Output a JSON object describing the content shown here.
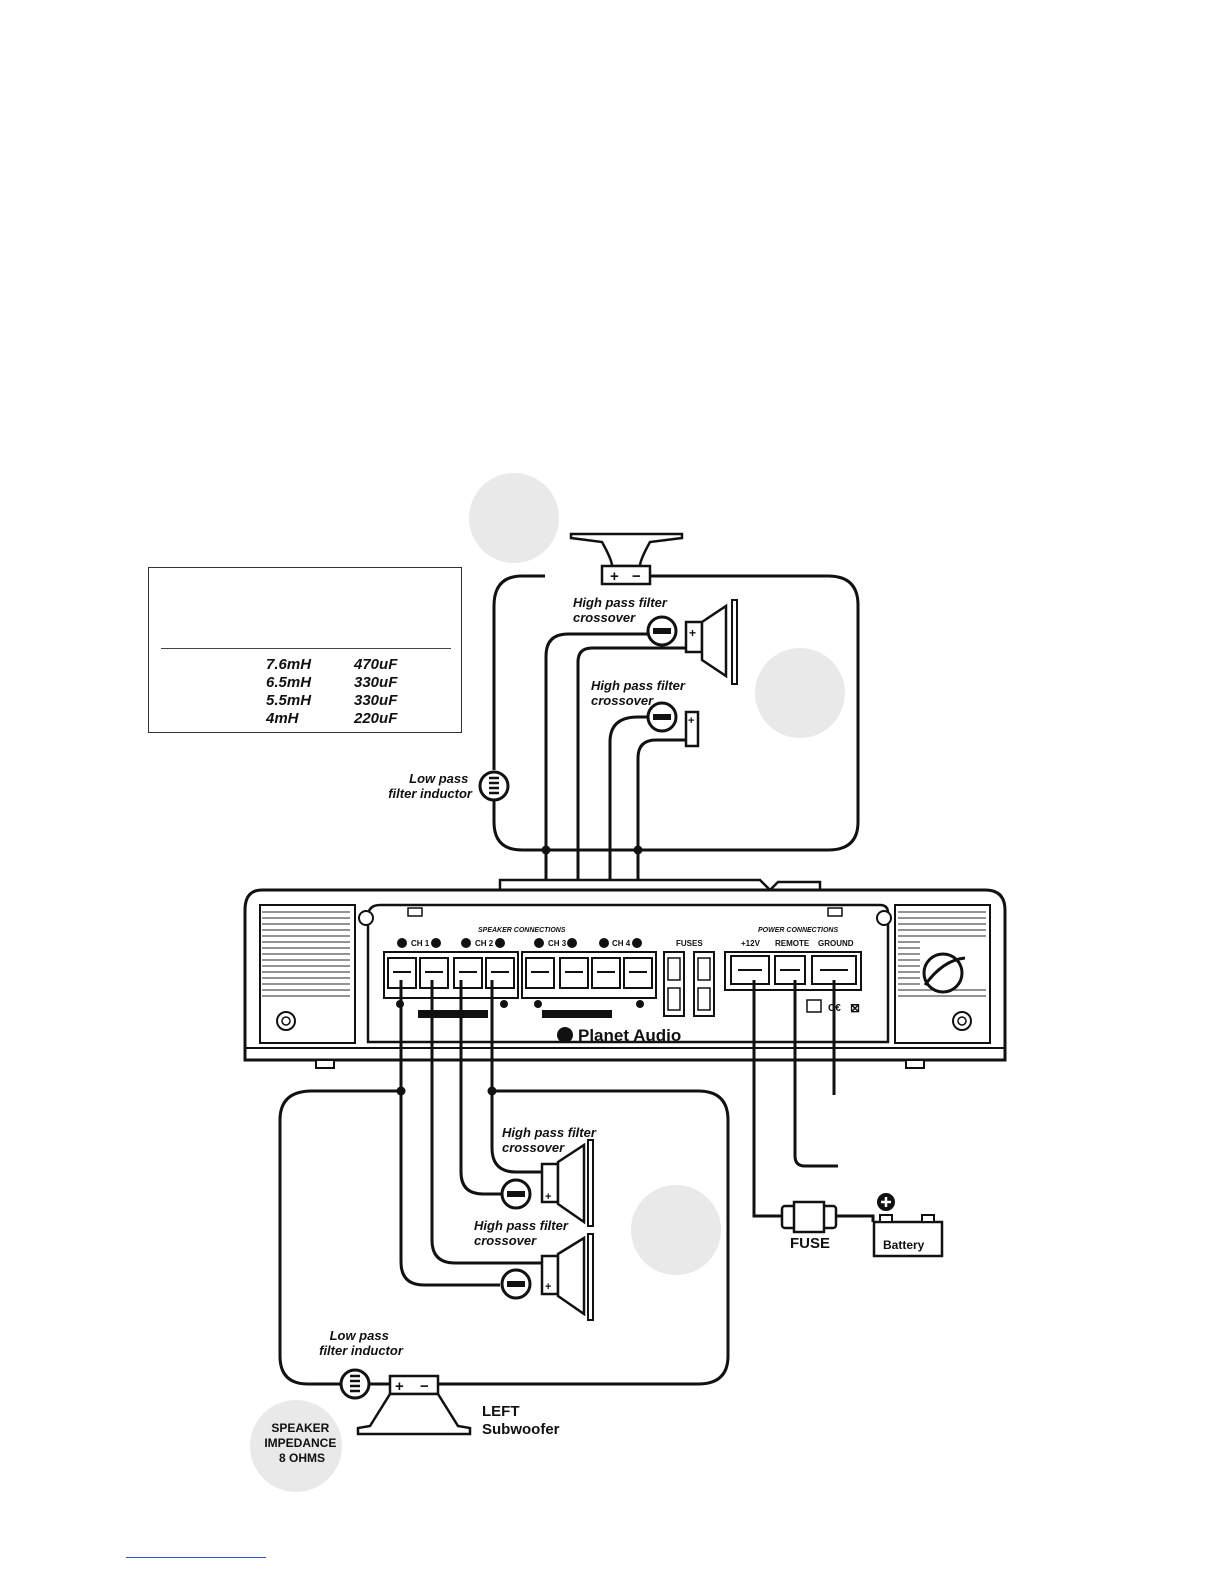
{
  "table": {
    "rows": [
      {
        "inductor": "7.6mH",
        "capacitor": "470uF"
      },
      {
        "inductor": "6.5mH",
        "capacitor": "330uF"
      },
      {
        "inductor": "5.5mH",
        "capacitor": "330uF"
      },
      {
        "inductor": "4mH",
        "capacitor": "220uF"
      }
    ]
  },
  "labels": {
    "hp_crossover_1": [
      "High pass filter",
      "crossover"
    ],
    "hp_crossover_2": [
      "High pass filter",
      "crossover"
    ],
    "hp_crossover_3": [
      "High pass filter",
      "crossover"
    ],
    "hp_crossover_4": [
      "High pass filter",
      "crossover"
    ],
    "lp_inductor_top": [
      "Low pass",
      "filter inductor"
    ],
    "lp_inductor_bottom": [
      "Low pass",
      "filter inductor"
    ],
    "fuse": "FUSE",
    "battery": "Battery",
    "left_sub": [
      "LEFT",
      "Subwoofer"
    ],
    "impedance": [
      "SPEAKER",
      "IMPEDANCE",
      "8 OHMS"
    ]
  },
  "amplifier": {
    "brand": "Planet Audio",
    "speaker_connections": "SPEAKER CONNECTIONS",
    "power_connections": "POWER CONNECTIONS",
    "channels": [
      "CH 1",
      "CH 2",
      "CH 3",
      "CH 4"
    ],
    "fuses": "FUSES",
    "power_terminals": [
      "+12V",
      "REMOTE",
      "GROUND"
    ]
  },
  "colors": {
    "line": "#111111",
    "bubble": "#e9e9e9",
    "amp_panel": "#ffffff"
  }
}
